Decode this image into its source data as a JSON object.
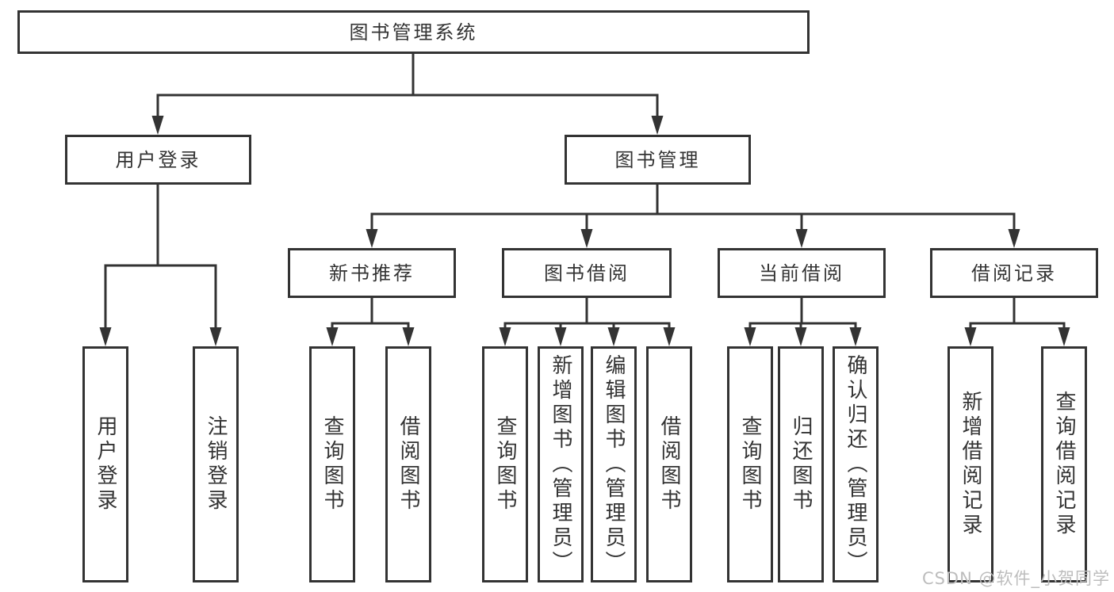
{
  "diagram": {
    "title": "图书管理系统",
    "branches": [
      {
        "label": "用户登录",
        "children": [
          {
            "label": "用户登录"
          },
          {
            "label": "注销登录"
          }
        ]
      },
      {
        "label": "图书管理",
        "children": [
          {
            "label": "新书推荐",
            "children": [
              {
                "label": "查询图书"
              },
              {
                "label": "借阅图书"
              }
            ]
          },
          {
            "label": "图书借阅",
            "children": [
              {
                "label": "查询图书"
              },
              {
                "label": "新增图书（管理员）"
              },
              {
                "label": "编辑图书（管理员）"
              },
              {
                "label": "借阅图书"
              }
            ]
          },
          {
            "label": "当前借阅",
            "children": [
              {
                "label": "查询图书"
              },
              {
                "label": "归还图书"
              },
              {
                "label": "确认归还（管理员）"
              }
            ]
          },
          {
            "label": "借阅记录",
            "children": [
              {
                "label": "新增借阅记录"
              },
              {
                "label": "查询借阅记录"
              }
            ]
          }
        ]
      }
    ]
  },
  "watermark": {
    "text": "CSDN @软件_小贺同学"
  },
  "colors": {
    "line": "#333333",
    "box_border": "#333333",
    "text": "#333333",
    "watermark": "#bdbdbd",
    "background": "#ffffff"
  }
}
